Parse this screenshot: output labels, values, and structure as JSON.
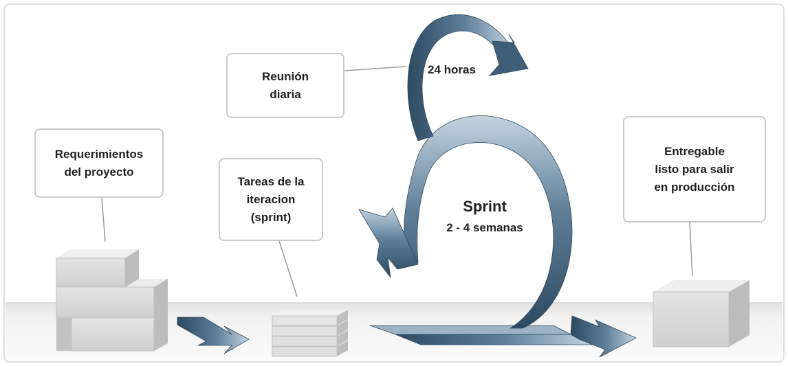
{
  "labels": {
    "requirements": "Requerimientos\ndel proyecto",
    "daily_meeting": "Reunión\ndiaria",
    "hours": "24 horas",
    "iteration_tasks": "Tareas de la\niteracion\n(sprint)",
    "sprint_title": "Sprint",
    "sprint_duration": "2 - 4 semanas",
    "deliverable": "Entregable\nlisto para salir\nen producción"
  },
  "colors": {
    "arrow_dark": "#2c4a62",
    "arrow_mid": "#5f7f98",
    "arrow_light": "#c4d4e0",
    "box_light": "#e4e4e4",
    "box_mid": "#cdcdcd",
    "box_dark": "#b7b7b7",
    "floor": "#f0f0f0",
    "panel_border": "#dedede",
    "callout_border": "#c9c9c9"
  }
}
